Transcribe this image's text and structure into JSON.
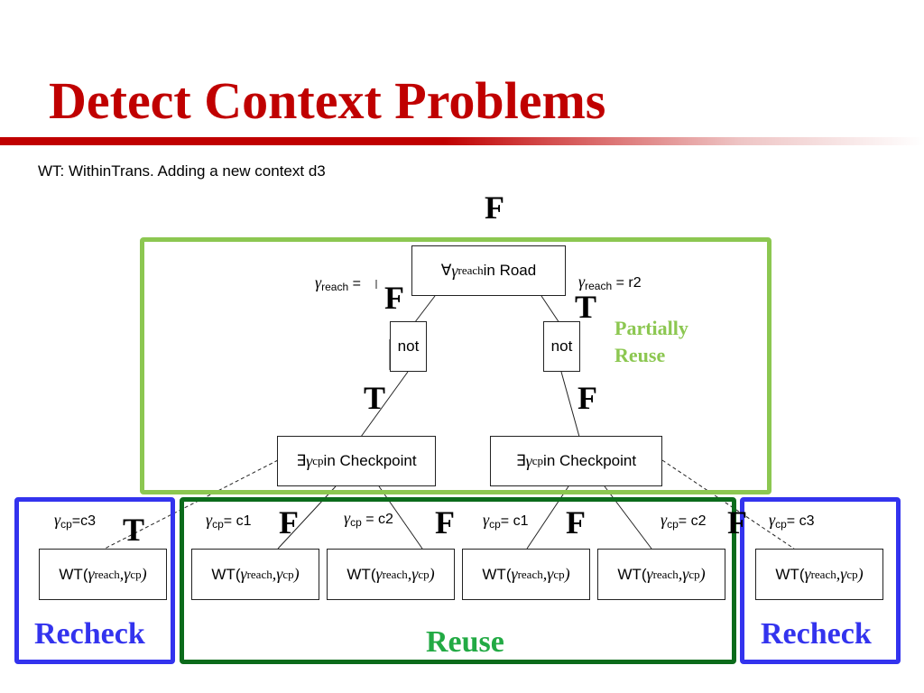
{
  "header": {
    "title": "Detect Context Problems",
    "subtitle": "WT: WithinTrans.  Adding a new context d3"
  },
  "tree": {
    "root": {
      "quantifier": "∀",
      "var": "γ",
      "var_sub": "reach",
      "text": " in Road"
    },
    "not_label": "not",
    "checkpoint": {
      "quantifier": "∃",
      "var": "γ",
      "var_sub": "cp",
      "text": " in Checkpoint"
    },
    "leaf": {
      "prefix": "WT(",
      "var1": "γ",
      "sub1": "reach",
      "sep": ", ",
      "var2": "γ",
      "sub2": "cp",
      "suffix": ")"
    },
    "edge_labels": {
      "reach_left": {
        "var": "γ",
        "sub": "reach",
        "eq": " = "
      },
      "reach_right": {
        "var": "γ",
        "sub": "reach",
        "eq": " = r2"
      },
      "cp_c3": {
        "var": "γ",
        "sub": "cp",
        "eq": "=c3"
      },
      "cp_c1": {
        "var": "γ",
        "sub": "cp",
        "eq": "= c1"
      },
      "cp_c2": {
        "var": "γ",
        "sub": "cp",
        "eq": " = c2"
      },
      "cp_c1b": {
        "var": "γ",
        "sub": "cp",
        "eq": "= c1"
      },
      "cp_c2b": {
        "var": "γ",
        "sub": "cp",
        "eq": "= c2"
      },
      "cp_c3b": {
        "var": "γ",
        "sub": "cp",
        "eq": "= c3"
      }
    },
    "values": {
      "top": "F",
      "root_left": "F",
      "root_right": "T",
      "not_left": "T",
      "not_right": "F",
      "leaf1": "T",
      "leaf2": "F",
      "leaf3": "F",
      "leaf4": "F",
      "leaf5": "F"
    }
  },
  "labels": {
    "partially_reuse": "Partially",
    "partially_reuse_2": "Reuse",
    "recheck_left": "Recheck",
    "reuse": "Reuse",
    "recheck_right": "Recheck"
  },
  "colors": {
    "title": "#c00000",
    "light_green": "#8cc751",
    "blue": "#3333ee",
    "dark_green": "#0b6b1b",
    "reuse_text": "#22aa44"
  }
}
